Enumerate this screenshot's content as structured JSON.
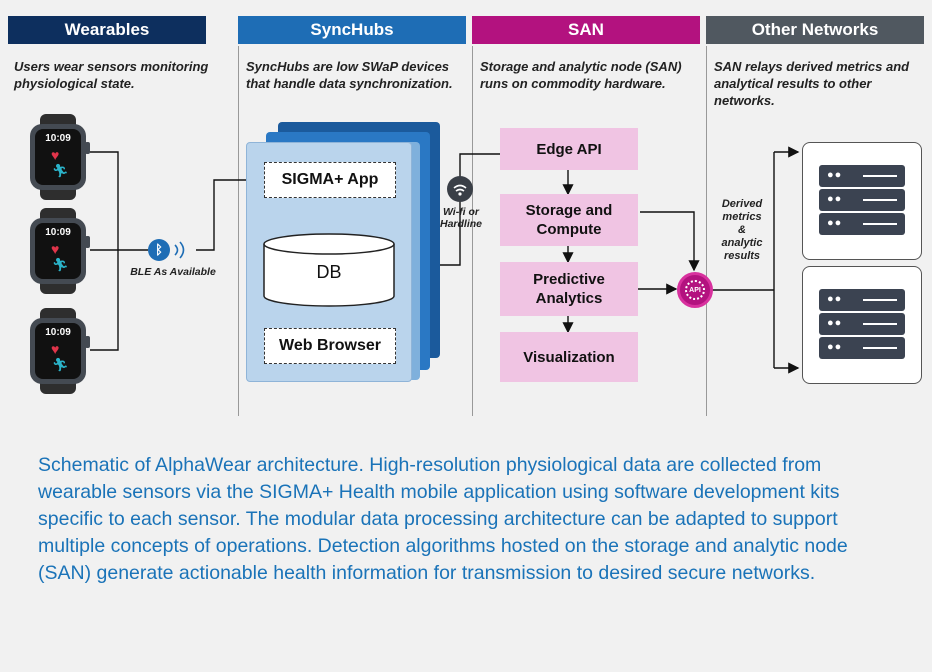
{
  "columns": [
    {
      "header": "Wearables",
      "color": "#0d2f5e",
      "desc": "Users wear sensors monitoring physiological state."
    },
    {
      "header": "SyncHubs",
      "color": "#1e6db5",
      "desc": "SyncHubs are low SWaP devices that handle data synchronization."
    },
    {
      "header": "SAN",
      "color": "#b3127f",
      "desc": "Storage and analytic node (SAN) runs on commodity hardware."
    },
    {
      "header": "Other Networks",
      "color": "#505860",
      "desc": "SAN relays derived metrics and analytical results to other networks."
    }
  ],
  "watch_time": "10:09",
  "ble_label": "BLE As Available",
  "synchub": {
    "app": "SIGMA+ App",
    "db": "DB",
    "browser": "Web Browser"
  },
  "link_label_1": "Wi-fi or",
  "link_label_2": "Hardline",
  "san_boxes": {
    "edge_api": "Edge API",
    "storage_1": "Storage and",
    "storage_2": "Compute",
    "predictive_1": "Predictive",
    "predictive_2": "Analytics",
    "visualization": "Visualization"
  },
  "api_badge": "API",
  "derived_label": [
    "Derived",
    "metrics",
    "&",
    "analytic",
    "results"
  ],
  "caption": "Schematic of AlphaWear architecture. High-resolution physiological data are collected from wearable sensors via the SIGMA+ Health mobile application using software development kits specific to each sensor. The modular data processing architecture can be adapted to support multiple concepts of operations. Detection algorithms hosted on the storage and analytic node (SAN) generate actionable health information for transmission to desired secure networks."
}
